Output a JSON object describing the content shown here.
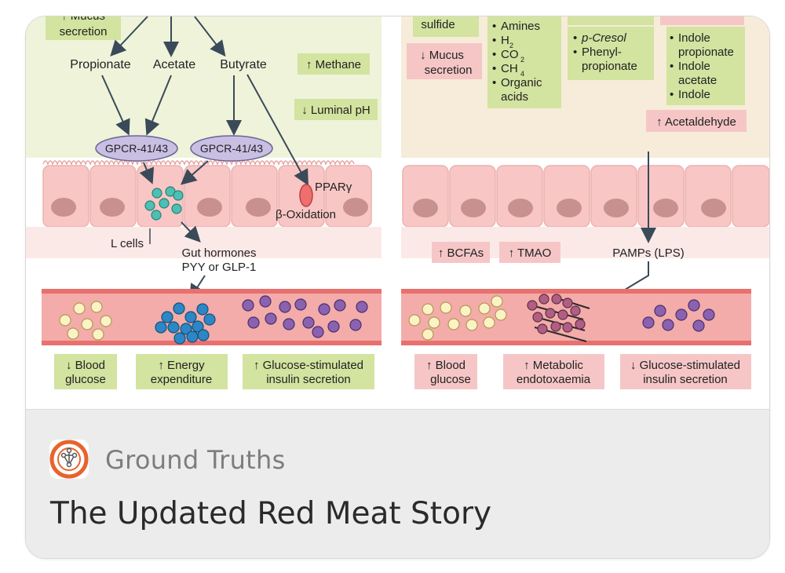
{
  "card": {
    "source_name": "Ground Truths",
    "headline": "The Updated Red Meat Story"
  },
  "figure": {
    "left": {
      "mucus": [
        "↑ Mucus",
        "secretion"
      ],
      "scfa": [
        "Propionate",
        "Acetate",
        "Butyrate"
      ],
      "methane": "↑ Methane",
      "luminal_ph": "↓ Luminal pH",
      "gpcr": [
        "GPCR-41/43",
        "GPCR-41/43"
      ],
      "ppar": "PPARγ",
      "beta_ox": "β-Oxidation",
      "l_cells": "L cells",
      "gut_hormones": [
        "Gut hormones",
        "PYY or GLP-1"
      ],
      "outcomes": [
        [
          "↓ Blood",
          "glucose"
        ],
        [
          "↑ Energy",
          "expenditure"
        ],
        [
          "↑ Glucose-stimulated",
          "insulin secretion"
        ]
      ]
    },
    "right": {
      "sulfide": "sulfide",
      "mucus": [
        "↓ Mucus",
        "secretion"
      ],
      "metabolites": [
        "Amines",
        "H",
        "CO",
        "CH",
        "Organic",
        "acids"
      ],
      "cresol": [
        "p-Cresol",
        "Phenyl-",
        "propionate"
      ],
      "indoles": [
        "Indole",
        "propionate",
        "Indole",
        "acetate",
        "Indole"
      ],
      "acetaldehyde": "↑ Acetaldehyde",
      "bcfas": "↑ BCFAs",
      "tmao": "↑ TMAO",
      "pamps": "PAMPs (LPS)",
      "outcomes": [
        [
          "↑ Blood",
          "glucose"
        ],
        [
          "↑ Metabolic",
          "endotoxaemia"
        ],
        [
          "↓ Glucose-stimulated",
          "insulin secretion"
        ]
      ]
    }
  },
  "colors": {
    "green_box": "#d3e3a0",
    "pink_box": "#f6c6c6",
    "lumen_green": "#ecf2d7",
    "lumen_pink": "#f7ecdc",
    "vessel": "#e8706e",
    "gpcr": "#c9bfe3"
  },
  "icons": {
    "logo": "ground-truths-logo-icon"
  }
}
